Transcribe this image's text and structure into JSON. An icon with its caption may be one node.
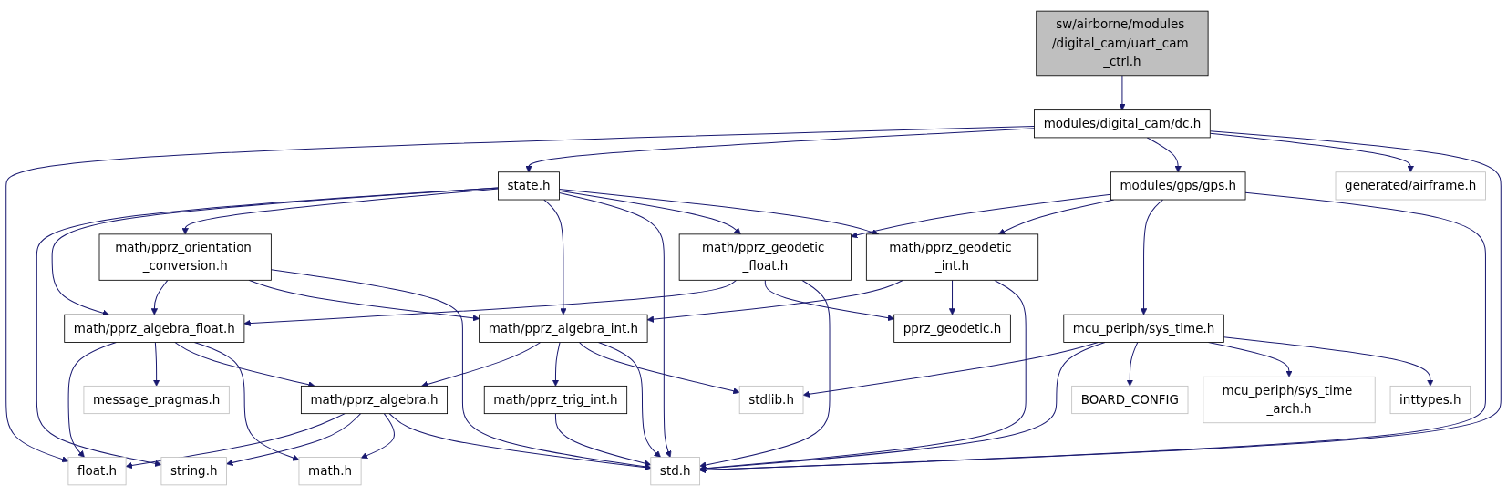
{
  "diagram": {
    "nodes": [
      {
        "text": [
          "sw/airborne/modules /digital_cam/uart_cam _ctrl.h"
        ]
      },
      {
        "text": [
          "modules/digital_cam/dc.h"
        ]
      },
      {
        "text": [
          "float.h"
        ]
      },
      {
        "text": [
          "state.h"
        ]
      },
      {
        "text": [
          "modules/gps/gps.h"
        ]
      },
      {
        "text": [
          "generated/airframe.h"
        ]
      },
      {
        "text": [
          "std.h"
        ]
      },
      {
        "text": [
          "math/pprz_orientation _conversion.h"
        ]
      },
      {
        "text": [
          "math/pprz_geodetic _float.h"
        ]
      },
      {
        "text": [
          "math/pprz_geodetic _int.h"
        ]
      },
      {
        "text": [
          "math/pprz_algebra_float.h"
        ]
      },
      {
        "text": [
          "math/pprz_algebra_int.h"
        ]
      },
      {
        "text": [
          "pprz_geodetic.h"
        ]
      },
      {
        "text": [
          "mcu_periph/sys_time.h"
        ]
      },
      {
        "text": [
          "string.h"
        ]
      },
      {
        "text": [
          "message_pragmas.h"
        ]
      },
      {
        "text": [
          "math/pprz_algebra.h"
        ]
      },
      {
        "text": [
          "math/pprz_trig_int.h"
        ]
      },
      {
        "text": [
          "stdlib.h"
        ]
      },
      {
        "text": [
          "BOARD_CONFIG"
        ]
      },
      {
        "text": [
          "mcu_periph/sys_time _arch.h"
        ]
      },
      {
        "text": [
          "inttypes.h"
        ]
      },
      {
        "text": [
          "math.h"
        ]
      }
    ],
    "edges": [
      {
        "from": 0,
        "to": 1,
        "arrow": "to"
      },
      {
        "from": 1,
        "to": 2,
        "arrow": "to"
      },
      {
        "from": 1,
        "to": 3,
        "arrow": "to"
      },
      {
        "from": 1,
        "to": 4,
        "arrow": "to"
      },
      {
        "from": 1,
        "to": 5,
        "arrow": "to"
      },
      {
        "from": 1,
        "to": 6,
        "arrow": "to"
      },
      {
        "from": 3,
        "to": 14,
        "arrow": "to"
      },
      {
        "from": 3,
        "to": 10,
        "arrow": "to"
      },
      {
        "from": 3,
        "to": 7,
        "arrow": "to"
      },
      {
        "from": 3,
        "to": 11,
        "arrow": "to"
      },
      {
        "from": 3,
        "to": 6,
        "arrow": "to"
      },
      {
        "from": 3,
        "to": 8,
        "arrow": "to"
      },
      {
        "from": 3,
        "to": 9,
        "arrow": "to"
      },
      {
        "from": 4,
        "to": 8,
        "arrow": "to"
      },
      {
        "from": 4,
        "to": 9,
        "arrow": "to"
      },
      {
        "from": 4,
        "to": 13,
        "arrow": "to"
      },
      {
        "from": 4,
        "to": 6,
        "arrow": "to"
      },
      {
        "from": 7,
        "to": 10,
        "arrow": "to"
      },
      {
        "from": 7,
        "to": 11,
        "arrow": "to"
      },
      {
        "from": 7,
        "to": 6,
        "arrow": "to"
      },
      {
        "from": 8,
        "to": 10,
        "arrow": "to"
      },
      {
        "from": 8,
        "to": 12,
        "arrow": "to"
      },
      {
        "from": 8,
        "to": 6,
        "arrow": "to"
      },
      {
        "from": 9,
        "to": 11,
        "arrow": "to"
      },
      {
        "from": 9,
        "to": 12,
        "arrow": "to"
      },
      {
        "from": 9,
        "to": 6,
        "arrow": "to"
      },
      {
        "from": 10,
        "to": 2,
        "arrow": "to"
      },
      {
        "from": 10,
        "to": 15,
        "arrow": "to"
      },
      {
        "from": 10,
        "to": 16,
        "arrow": "to"
      },
      {
        "from": 10,
        "to": 22,
        "arrow": "to"
      },
      {
        "from": 11,
        "to": 16,
        "arrow": "to"
      },
      {
        "from": 11,
        "to": 17,
        "arrow": "to"
      },
      {
        "from": 11,
        "to": 18,
        "arrow": "to"
      },
      {
        "from": 11,
        "to": 6,
        "arrow": "to"
      },
      {
        "from": 13,
        "to": 18,
        "arrow": "to"
      },
      {
        "from": 13,
        "to": 6,
        "arrow": "to"
      },
      {
        "from": 13,
        "to": 19,
        "arrow": "to"
      },
      {
        "from": 13,
        "to": 20,
        "arrow": "to"
      },
      {
        "from": 13,
        "to": 21,
        "arrow": "to"
      },
      {
        "from": 16,
        "to": 2,
        "arrow": "to"
      },
      {
        "from": 16,
        "to": 14,
        "arrow": "to"
      },
      {
        "from": 16,
        "to": 22,
        "arrow": "to"
      },
      {
        "from": 16,
        "to": 6,
        "arrow": "to"
      },
      {
        "from": 17,
        "to": 6,
        "arrow": "to"
      }
    ]
  }
}
